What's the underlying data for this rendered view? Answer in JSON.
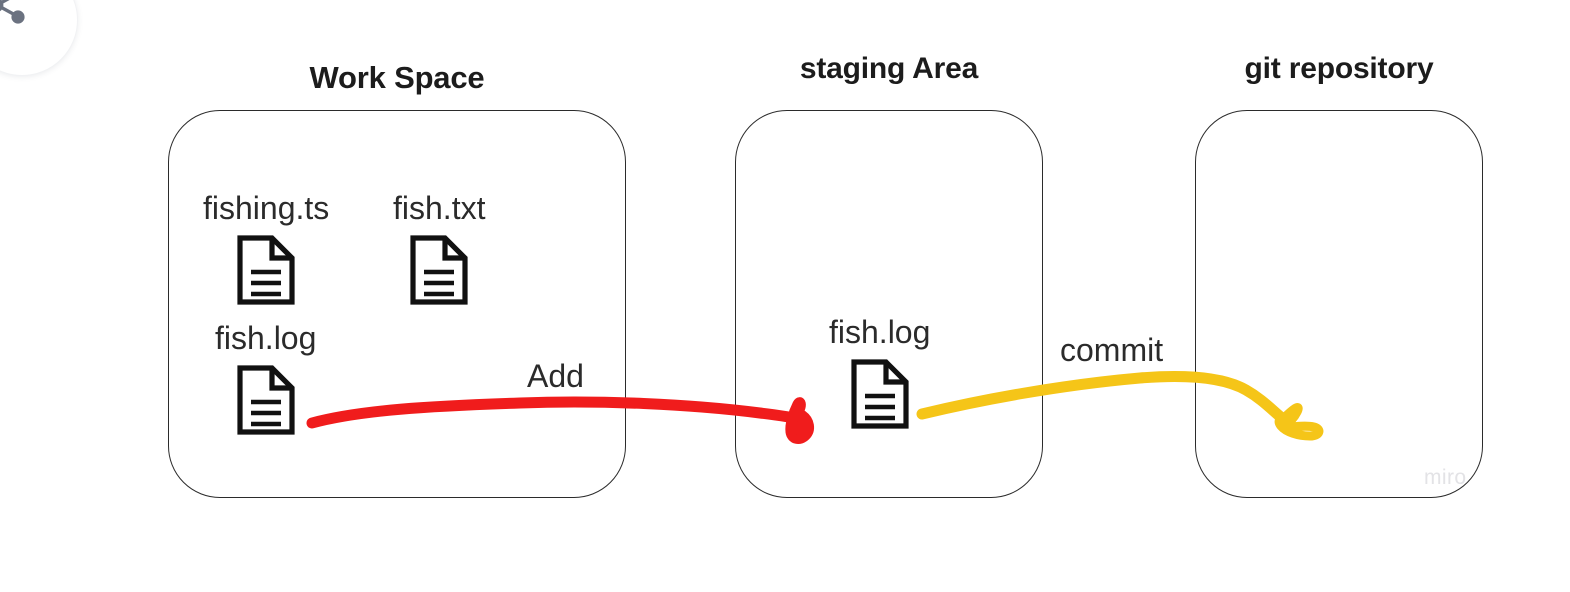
{
  "board": {
    "watermark": "miro",
    "background_color": "#ffffff"
  },
  "toolbar": {
    "share_button": {
      "icon": "share-icon",
      "icon_color": "#6b7280"
    }
  },
  "zones": [
    {
      "id": "work-space",
      "title": "Work Space",
      "border_color": "#2b2b2b",
      "files": [
        {
          "name": "fishing.ts",
          "icon": "document-icon"
        },
        {
          "name": "fish.txt",
          "icon": "document-icon"
        },
        {
          "name": "fish.log",
          "icon": "document-icon"
        }
      ]
    },
    {
      "id": "staging-area",
      "title": "staging Area",
      "border_color": "#2b2b2b",
      "files": [
        {
          "name": "fish.log",
          "icon": "document-icon"
        }
      ]
    },
    {
      "id": "git-repository",
      "title": "git repository",
      "border_color": "#2b2b2b",
      "files": []
    }
  ],
  "arrows": [
    {
      "id": "add-arrow",
      "label": "Add",
      "color": "#F01C1C",
      "from": "work-space",
      "to": "staging-area"
    },
    {
      "id": "commit-arrow",
      "label": "commit",
      "color": "#F5C518",
      "from": "staging-area",
      "to": "git-repository"
    }
  ]
}
